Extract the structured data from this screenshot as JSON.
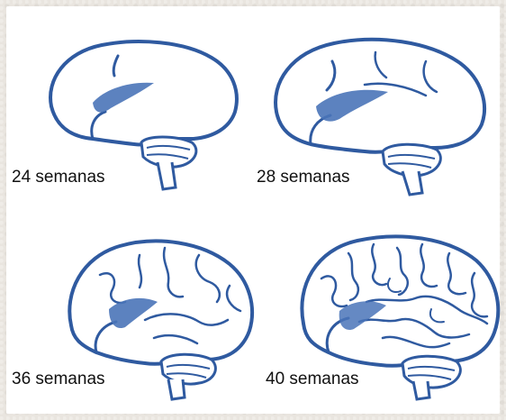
{
  "stages": [
    {
      "label": "24 semanas"
    },
    {
      "label": "28 semanas"
    },
    {
      "label": "36 semanas"
    },
    {
      "label": "40 semanas"
    }
  ],
  "colors": {
    "outline": "#2f5aa0",
    "shade": "#4a74b8",
    "fill": "#ffffff",
    "background": "#e9e5df"
  }
}
